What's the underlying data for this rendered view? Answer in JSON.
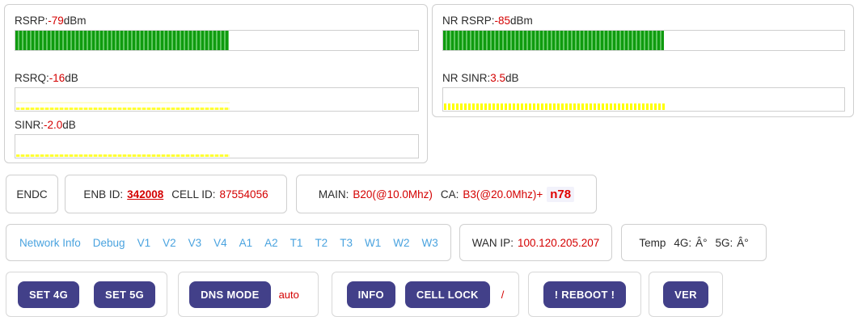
{
  "lte_panel": {
    "metrics": [
      {
        "name": "rsrp",
        "label_prefix": "RSRP:",
        "value": "-79",
        "unit": "dBm",
        "meter_type": "green-bars",
        "fill_percent": 53
      },
      {
        "name": "rsrq",
        "label_prefix": "RSRQ:",
        "value": "-16",
        "unit": "dB",
        "meter_type": "yellow-trace",
        "fill_percent": 53
      },
      {
        "name": "sinr",
        "label_prefix": "SINR:",
        "value": "-2.0",
        "unit": "dB",
        "meter_type": "yellow-trace",
        "fill_percent": 53
      }
    ]
  },
  "nr_panel": {
    "metrics": [
      {
        "name": "nr-rsrp",
        "label_prefix": "NR RSRP:",
        "value": "-85",
        "unit": "dBm",
        "meter_type": "green-bars",
        "fill_percent": 58
      },
      {
        "name": "nr-sinr",
        "label_prefix": "NR SINR:",
        "value": "3.5",
        "unit": "dB",
        "meter_type": "yellow-bars",
        "fill_percent": 58
      }
    ]
  },
  "status": {
    "endc": "ENDC",
    "enb_label": "ENB ID:",
    "enb_value": "342008",
    "cell_label": "CELL ID:",
    "cell_value": "87554056",
    "main_label": "MAIN:",
    "main_value": "B20(@10.0Mhz)",
    "ca_label": "CA:",
    "ca_value": "B3(@20.0Mhz)+",
    "nr_band": "n78"
  },
  "nav": {
    "links": [
      {
        "name": "network-info",
        "label": "Network Info"
      },
      {
        "name": "debug",
        "label": "Debug"
      },
      {
        "name": "v1",
        "label": "V1"
      },
      {
        "name": "v2",
        "label": "V2"
      },
      {
        "name": "v3",
        "label": "V3"
      },
      {
        "name": "v4",
        "label": "V4"
      },
      {
        "name": "a1",
        "label": "A1"
      },
      {
        "name": "a2",
        "label": "A2"
      },
      {
        "name": "t1",
        "label": "T1"
      },
      {
        "name": "t2",
        "label": "T2"
      },
      {
        "name": "t3",
        "label": "T3"
      },
      {
        "name": "w1",
        "label": "W1"
      },
      {
        "name": "w2",
        "label": "W2"
      },
      {
        "name": "w3",
        "label": "W3"
      }
    ]
  },
  "wan": {
    "label": "WAN IP:",
    "value": "100.120.205.207"
  },
  "temp": {
    "label": "Temp",
    "lte_label": "4G:",
    "lte_value": "Â°",
    "nr_label": "5G:",
    "nr_value": "Â°"
  },
  "actions": {
    "set_4g": "SET 4G",
    "set_5g": "SET 5G",
    "dns_mode": "DNS MODE",
    "dns_value": "auto",
    "info": "INFO",
    "cell_lock": "CELL LOCK",
    "cell_lock_value": "/",
    "reboot": "! REBOOT !",
    "ver": "VER"
  },
  "colors": {
    "accent_button": "#424089",
    "value_red": "#d40000",
    "link_blue": "#4aa3df",
    "bar_green": "#0f9b0f",
    "trace_yellow": "#ffff00"
  }
}
